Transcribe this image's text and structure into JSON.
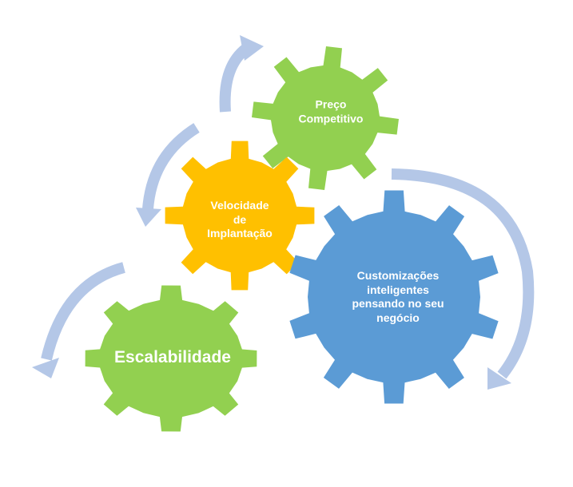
{
  "colors": {
    "green": "#92D050",
    "yellow": "#FFC000",
    "blue": "#5B9BD5",
    "arrow": "#B4C7E7"
  },
  "gears": [
    {
      "id": "preco",
      "line1": "Preço",
      "line2": "Competitivo",
      "line3": ""
    },
    {
      "id": "velocidade",
      "line1": "Velocidade",
      "line2": "de",
      "line3": "Implantação"
    },
    {
      "id": "customizacoes",
      "line1": "Customizações",
      "line2": "inteligentes",
      "line3": "pensando no seu",
      "line4": "negócio"
    },
    {
      "id": "escalabilidade",
      "line1": "Escalabilidade"
    }
  ]
}
